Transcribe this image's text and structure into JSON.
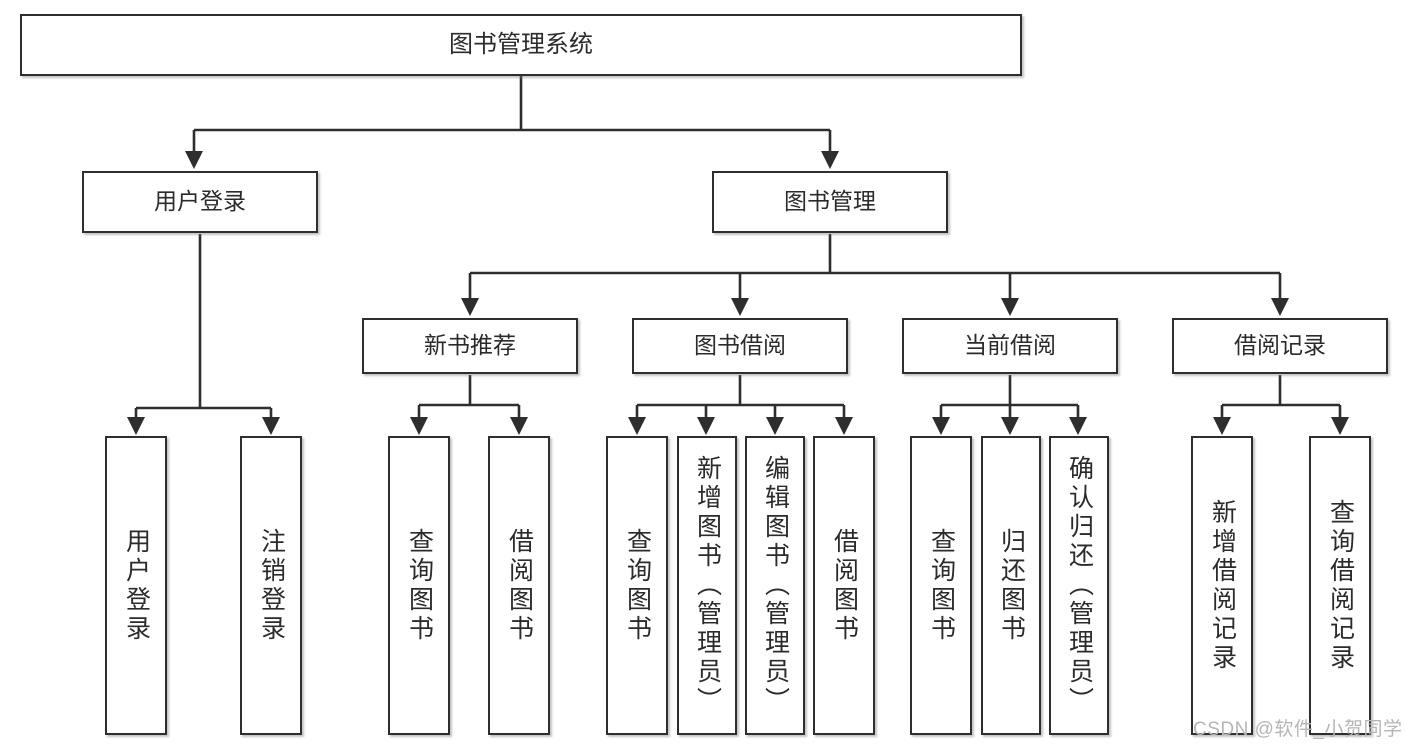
{
  "diagram": {
    "title": "图书管理系统",
    "type": "tree-hierarchy-chart",
    "colors": {
      "node_border": "#2e2e2e",
      "node_fill": "#ffffff",
      "edge": "#2e2e2e",
      "text": "#2b2b2b",
      "watermark": "#b6b6b6"
    },
    "nodes": {
      "root": {
        "label": "图书管理系统"
      },
      "level2": [
        {
          "id": "user-login",
          "label": "用户登录"
        },
        {
          "id": "book-management",
          "label": "图书管理"
        }
      ],
      "level3": [
        {
          "id": "new-book-recommend",
          "label": "新书推荐"
        },
        {
          "id": "book-borrow",
          "label": "图书借阅"
        },
        {
          "id": "current-borrow",
          "label": "当前借阅"
        },
        {
          "id": "borrow-record",
          "label": "借阅记录"
        }
      ],
      "leaves": {
        "user-login": [
          {
            "id": "leaf-user-login",
            "label": "用户登录"
          },
          {
            "id": "leaf-logout-login",
            "label": "注销登录"
          }
        ],
        "new-book-recommend": [
          {
            "id": "leaf-query-book-1",
            "label": "查询图书"
          },
          {
            "id": "leaf-borrow-book-1",
            "label": "借阅图书"
          }
        ],
        "book-borrow": [
          {
            "id": "leaf-query-book-2",
            "label": "查询图书"
          },
          {
            "id": "leaf-add-book",
            "label": "新增图书（管理员）"
          },
          {
            "id": "leaf-edit-book",
            "label": "编辑图书（管理员）"
          },
          {
            "id": "leaf-borrow-book-2",
            "label": "借阅图书"
          }
        ],
        "current-borrow": [
          {
            "id": "leaf-query-book-3",
            "label": "查询图书"
          },
          {
            "id": "leaf-return-book",
            "label": "归还图书"
          },
          {
            "id": "leaf-confirm-return",
            "label": "确认归还（管理员）"
          }
        ],
        "borrow-record": [
          {
            "id": "leaf-add-record",
            "label": "新增借阅记录"
          },
          {
            "id": "leaf-query-record",
            "label": "查询借阅记录"
          }
        ]
      }
    },
    "watermark": "CSDN @软件_小贺同学"
  }
}
